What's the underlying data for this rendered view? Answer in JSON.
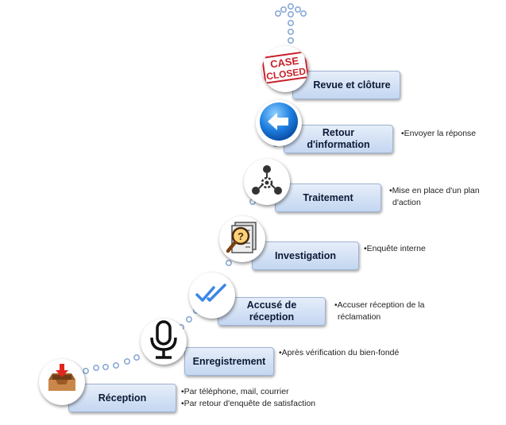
{
  "steps": [
    {
      "label": "Réception",
      "icon": "inbox-tray-icon",
      "notes": [
        "•Par téléphone, mail, courrier",
        "•Par retour d'enquête de satisfaction"
      ]
    },
    {
      "label": "Enregistrement",
      "icon": "microphone-icon",
      "notes": [
        "•Après vérification du bien-fondé"
      ]
    },
    {
      "label": "Accusé de réception",
      "icon": "double-check-icon",
      "notes": [
        "•Accuser réception de la",
        "réclamation"
      ]
    },
    {
      "label": "Investigation",
      "icon": "magnifier-document-icon",
      "notes": [
        "•Enquête interne"
      ]
    },
    {
      "label": "Traitement",
      "icon": "process-network-icon",
      "notes": [
        "•Mise en place d'un plan",
        "d'action"
      ]
    },
    {
      "label": "Retour d'information",
      "icon": "back-arrow-icon",
      "notes": [
        "•Envoyer la réponse"
      ]
    },
    {
      "label": "Revue et clôture",
      "icon": "case-closed-stamp-icon",
      "notes": []
    }
  ],
  "stamp_text": [
    "CASE",
    "CLOSED"
  ],
  "colors": {
    "box_border": "#9fb4d4",
    "box_top": "#e6eef9",
    "box_bottom": "#c4d6f1",
    "dots": "#8aa9d6"
  }
}
